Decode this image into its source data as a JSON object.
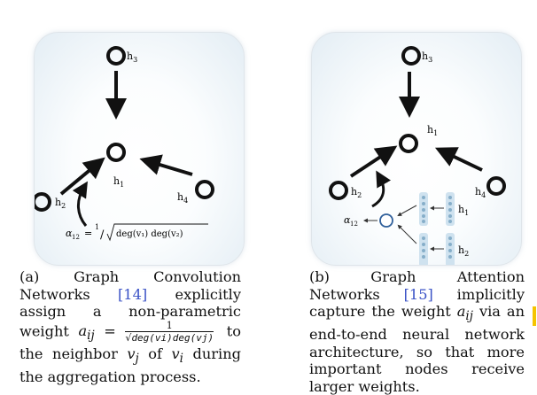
{
  "panel_a": {
    "nodes": {
      "h3": "h",
      "h3_sub": "3",
      "h1": "h",
      "h1_sub": "1",
      "h2": "h",
      "h2_sub": "2",
      "h4": "h",
      "h4_sub": "4"
    },
    "weight_label": {
      "alpha": "α",
      "alpha_sub": "12",
      "eq": "=",
      "one": "1",
      "slash": "/",
      "denominator": "deg(v₁) deg(v₂)"
    }
  },
  "panel_b": {
    "nodes": {
      "h3": "h",
      "h3_sub": "3",
      "h1": "h",
      "h1_sub": "1",
      "h2": "h",
      "h2_sub": "2",
      "h4": "h",
      "h4_sub": "4"
    },
    "attention_label": {
      "alpha": "α",
      "alpha_sub": "12"
    },
    "feature_labels": {
      "h1": "h",
      "h1_sub": "1",
      "h2": "h",
      "h2_sub": "2"
    }
  },
  "caption_a": {
    "prefix": "(a) Graph Convolution Networks ",
    "cite": "[14]",
    "text1": " explicitly assign a non-parametric weight ",
    "a_ij": "a",
    "ij": "ij",
    "eq": " =",
    "frac_num": "1",
    "frac_den": "deg(vi)deg(vj)",
    "text2": " to the neighbor ",
    "vj": "v",
    "j": "j",
    "text3": " of ",
    "vi": "v",
    "i": "i",
    "text4": " during the aggregation process."
  },
  "caption_b": {
    "prefix": "(b) Graph Attention Networks ",
    "cite": "[15]",
    "text1": " implicitly capture the weight ",
    "a_ij": "a",
    "ij": "ij",
    "text2": " via an end-to-end neural network architecture, so that more important nodes receive larger weights."
  },
  "colors": {
    "cite": "#3a52c6",
    "panel_border": "#dfe5ea",
    "feature_box": "#cfe2ef",
    "feature_dot": "#86aec9",
    "highlight": "#f5c400"
  }
}
